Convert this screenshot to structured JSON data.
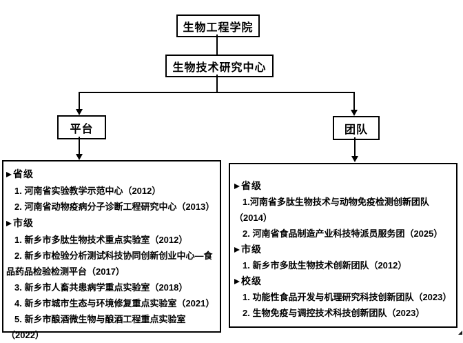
{
  "diagram": {
    "root_label": "生物工程学院",
    "center_label": "生物技术研究中心",
    "branches": [
      {
        "label": "平台"
      },
      {
        "label": "团队"
      }
    ]
  },
  "platform_panel": {
    "sections": [
      {
        "heading": "省级",
        "items": [
          "1. 河南省实验教学示范中心（2012）",
          "2. 河南省动物疫病分子诊断工程研究中心（2013）"
        ]
      },
      {
        "heading": "市级",
        "items": [
          "1. 新乡市多肽生物技术重点实验室（2012）",
          "2. 新乡市检验分析测试科技协同创新创业中心—食品药品检验检测平台（2017）",
          "3. 新乡市人畜共患病学重点实验室（2018）",
          "4. 新乡市城市生态与环境修复重点实验室（2021）",
          "5. 新乡市酿酒微生物与酿酒工程重点实验室（2022）"
        ]
      }
    ]
  },
  "team_panel": {
    "sections": [
      {
        "heading": "省级",
        "items": [
          "1.河南省多肽生物技术与动物免疫检测创新团队（2014）",
          "2. 河南省食品制造产业科技特派员服务团（2025）"
        ]
      },
      {
        "heading": "市级",
        "items": [
          "1. 新乡市多肽生物技术创新团队（2012）"
        ]
      },
      {
        "heading": "校级",
        "items": [
          "1. 功能性食品开发与机理研究科技创新团队（2023）",
          "2. 生物免疫与调控技术科技创新团队（2023）"
        ]
      }
    ]
  },
  "colors": {
    "line": "#000000",
    "background": "#ffffff",
    "text": "#000000"
  }
}
